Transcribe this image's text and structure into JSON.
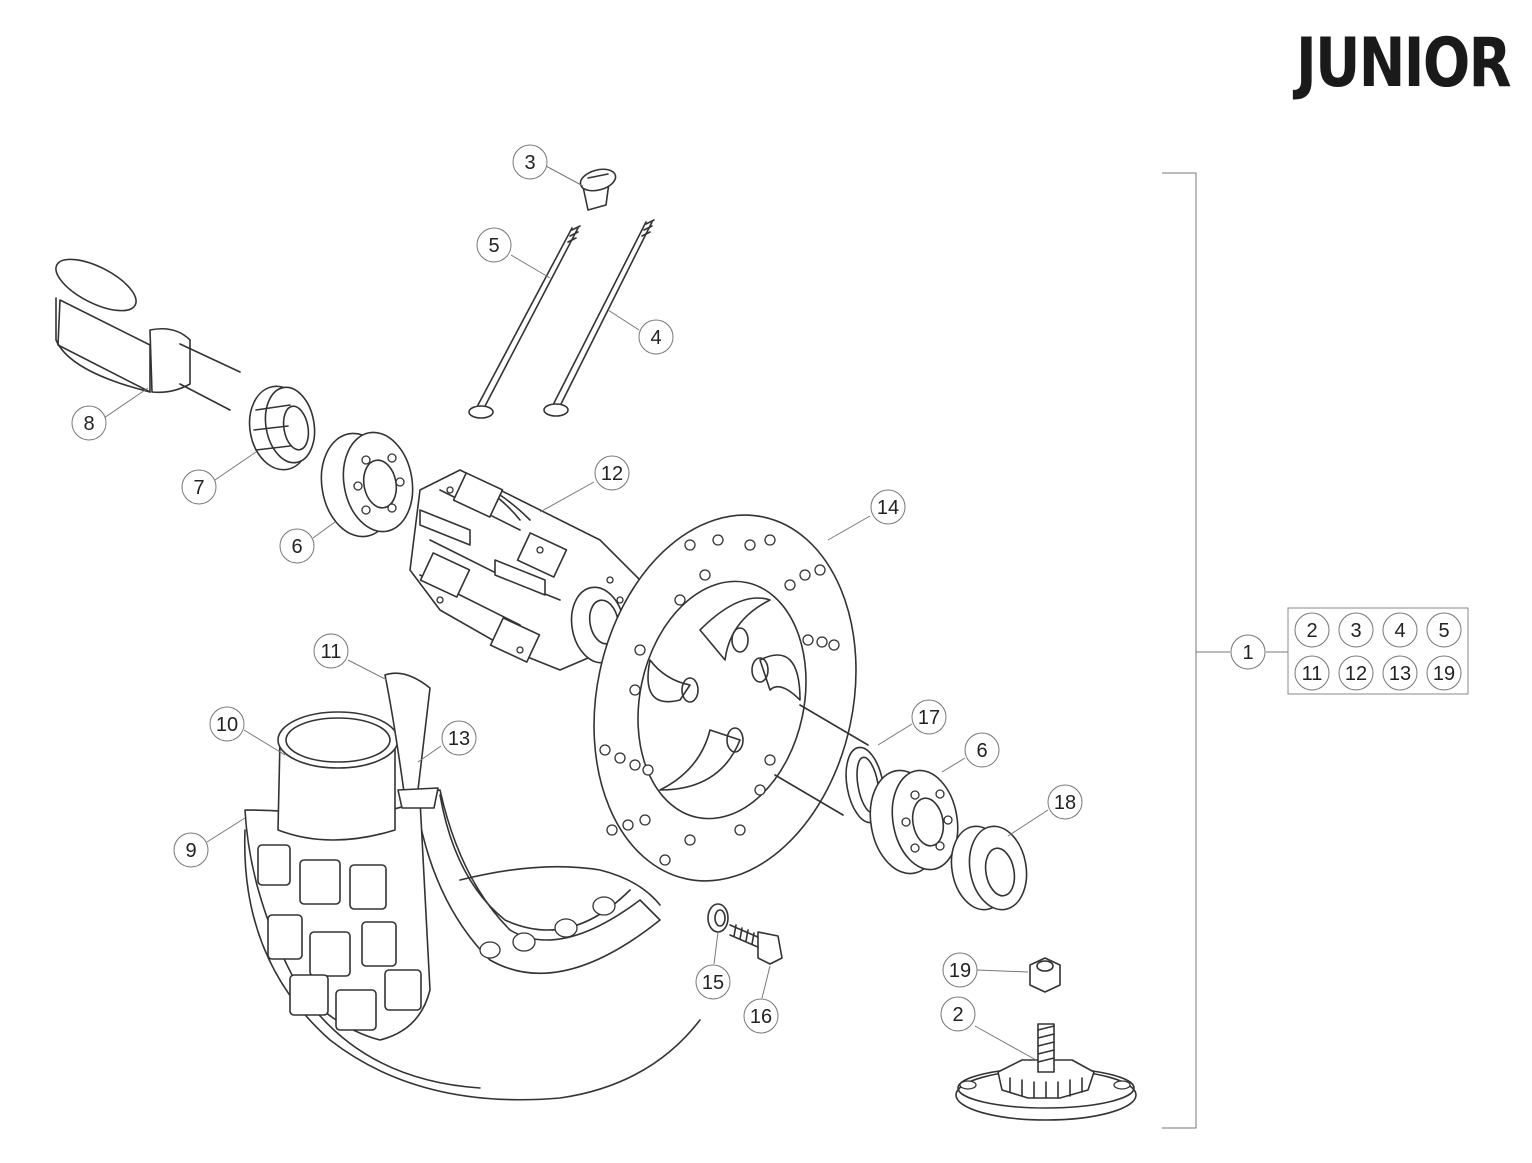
{
  "brand": "JUNIOR",
  "callouts": [
    {
      "id": "c3",
      "label": "3"
    },
    {
      "id": "c5",
      "label": "5"
    },
    {
      "id": "c4",
      "label": "4"
    },
    {
      "id": "c8",
      "label": "8"
    },
    {
      "id": "c7",
      "label": "7"
    },
    {
      "id": "c6a",
      "label": "6"
    },
    {
      "id": "c12",
      "label": "12"
    },
    {
      "id": "c14",
      "label": "14"
    },
    {
      "id": "c11",
      "label": "11"
    },
    {
      "id": "c10",
      "label": "10"
    },
    {
      "id": "c13",
      "label": "13"
    },
    {
      "id": "c9",
      "label": "9"
    },
    {
      "id": "c17",
      "label": "17"
    },
    {
      "id": "c6b",
      "label": "6"
    },
    {
      "id": "c18",
      "label": "18"
    },
    {
      "id": "c15",
      "label": "15"
    },
    {
      "id": "c16",
      "label": "16"
    },
    {
      "id": "c19",
      "label": "19"
    },
    {
      "id": "c2",
      "label": "2"
    },
    {
      "id": "c1",
      "label": "1"
    }
  ],
  "kit": [
    "2",
    "3",
    "4",
    "5",
    "11",
    "12",
    "13",
    "19"
  ]
}
